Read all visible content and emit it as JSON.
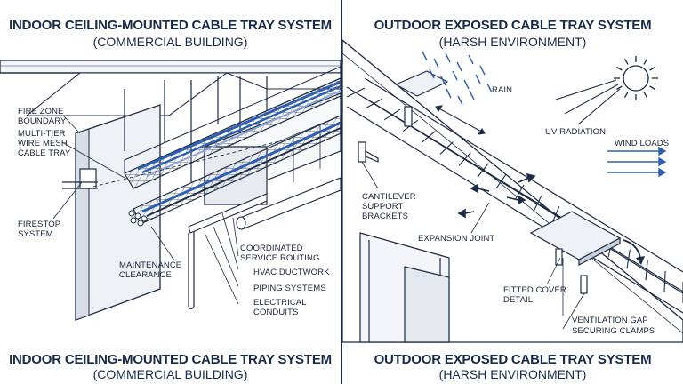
{
  "left": {
    "title": "INDOOR CEILING-MOUNTED CABLE TRAY SYSTEM",
    "subtitle": "(COMMERCIAL BUILDING)",
    "footer_title": "INDOOR CEILING-MOUNTED CABLE TRAY SYSTEM",
    "footer_subtitle": "(COMMERCIAL BUILDING)",
    "labels": {
      "fire_zone": "FIRE ZONE\nBOUNDARY",
      "multi_tier": "MULTI-TIER\nWIRE MESH\nCABLE TRAY",
      "firestop": "FIRESTOP\nSYSTEM",
      "maintenance": "MAINTENANCE\nCLEARANCE",
      "coordinated": "COORDINATED\nSERVICE ROUTING",
      "hvac": "HVAC DUCTWORK",
      "piping": "PIPING SYSTEMS",
      "electrical": "ELECTRICAL\nCONDUITS"
    }
  },
  "right": {
    "title": "OUTDOOR EXPOSED CABLE TRAY SYSTEM",
    "subtitle": "(HARSH ENVIRONMENT)",
    "footer_title": "OUTDOOR EXPOSED CABLE TRAY SYSTEM",
    "footer_subtitle": "(HARSH ENVIRONMENT)",
    "labels": {
      "rain": "RAIN",
      "uv": "UV RADIATION",
      "wind": "WIND LOADS",
      "cantilever": "CANTILEVER\nSUPPORT\nBRACKETS",
      "expansion": "EXPANSION JOINT",
      "cover": "FITTED COVER\nDETAIL",
      "ventilation": "VENTILATION GAP",
      "clamps": "SECURING CLAMPS"
    }
  },
  "colors": {
    "ink": "#1d2b45",
    "accent_blue": "#2f5fb0",
    "light_gray": "#eef1f5",
    "mid_gray": "#c9d0da"
  }
}
